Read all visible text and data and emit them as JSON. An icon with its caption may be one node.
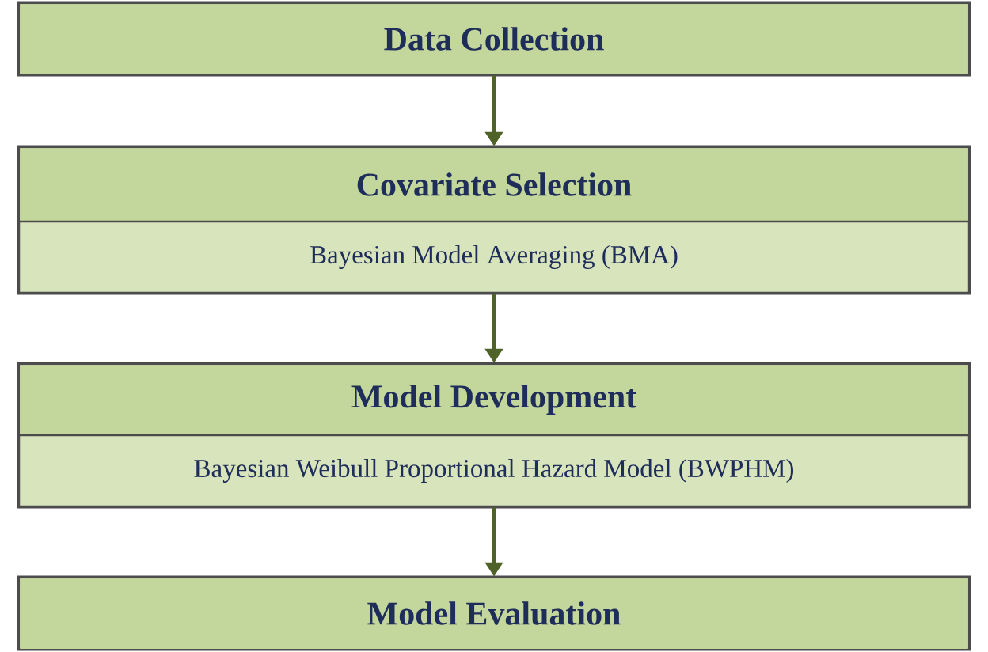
{
  "diagram": {
    "nodes": [
      {
        "text": [
          "Data Collection"
        ]
      },
      {
        "text": [
          "Covariate Selection",
          "Bayesian Model Averaging (BMA)"
        ]
      },
      {
        "text": [
          "Model Development",
          "Bayesian Weibull Proportional Hazard Model (BWPHM)"
        ]
      },
      {
        "text": [
          "Model Evaluation"
        ]
      }
    ],
    "edges": [
      {
        "from": 0,
        "to": 1,
        "arrow": "to"
      },
      {
        "from": 1,
        "to": 2,
        "arrow": "to"
      },
      {
        "from": 2,
        "to": 3,
        "arrow": "to"
      }
    ]
  }
}
